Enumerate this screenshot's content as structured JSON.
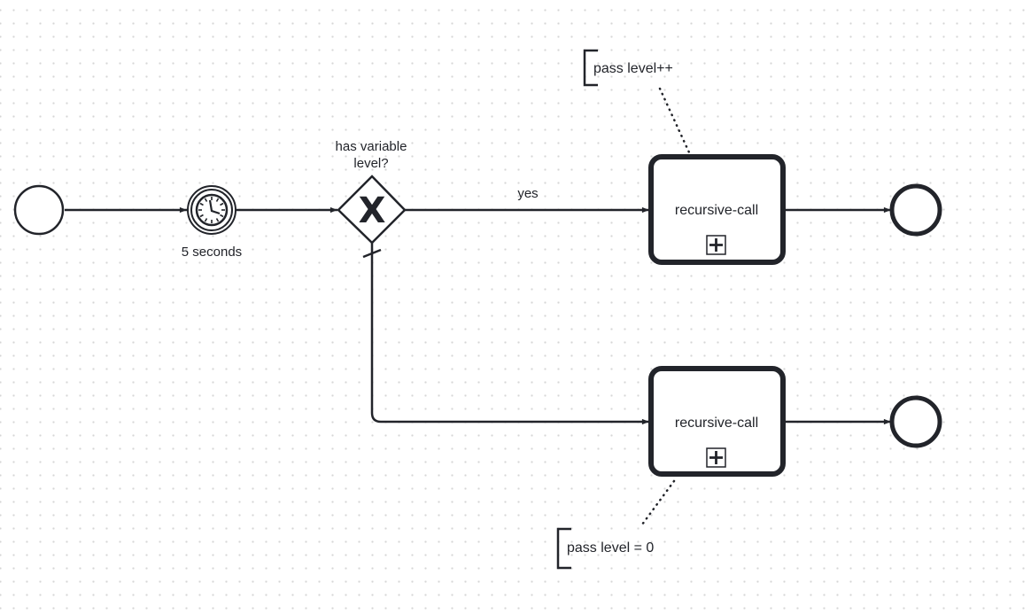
{
  "diagram": {
    "type": "bpmn-process",
    "colors": {
      "stroke": "#22242a",
      "fill": "#ffffff",
      "grid": "#d6d6d6"
    },
    "elements": {
      "start_event": {
        "kind": "start-event",
        "label": ""
      },
      "timer_event": {
        "kind": "intermediate-timer-catch-event",
        "label": "5 seconds",
        "icon": "clock-icon"
      },
      "gateway": {
        "kind": "exclusive-gateway",
        "label_line1": "has variable",
        "label_line2": "level?",
        "marker": "X"
      },
      "task_top": {
        "kind": "collapsed-subprocess",
        "label": "recursive-call",
        "marker": "plus-icon"
      },
      "task_bottom": {
        "kind": "collapsed-subprocess",
        "label": "recursive-call",
        "marker": "plus-icon"
      },
      "end_top": {
        "kind": "end-event",
        "label": ""
      },
      "end_bottom": {
        "kind": "end-event",
        "label": ""
      },
      "annotation_top": {
        "kind": "text-annotation",
        "label": "pass level++"
      },
      "annotation_bottom": {
        "kind": "text-annotation",
        "label": "pass level = 0"
      }
    },
    "flows": [
      {
        "from": "start_event",
        "to": "timer_event",
        "label": ""
      },
      {
        "from": "timer_event",
        "to": "gateway",
        "label": ""
      },
      {
        "from": "gateway",
        "to": "task_top",
        "label": "yes"
      },
      {
        "from": "gateway",
        "to": "task_bottom",
        "label": "",
        "default": true
      },
      {
        "from": "task_top",
        "to": "end_top",
        "label": ""
      },
      {
        "from": "task_bottom",
        "to": "end_bottom",
        "label": ""
      }
    ]
  }
}
